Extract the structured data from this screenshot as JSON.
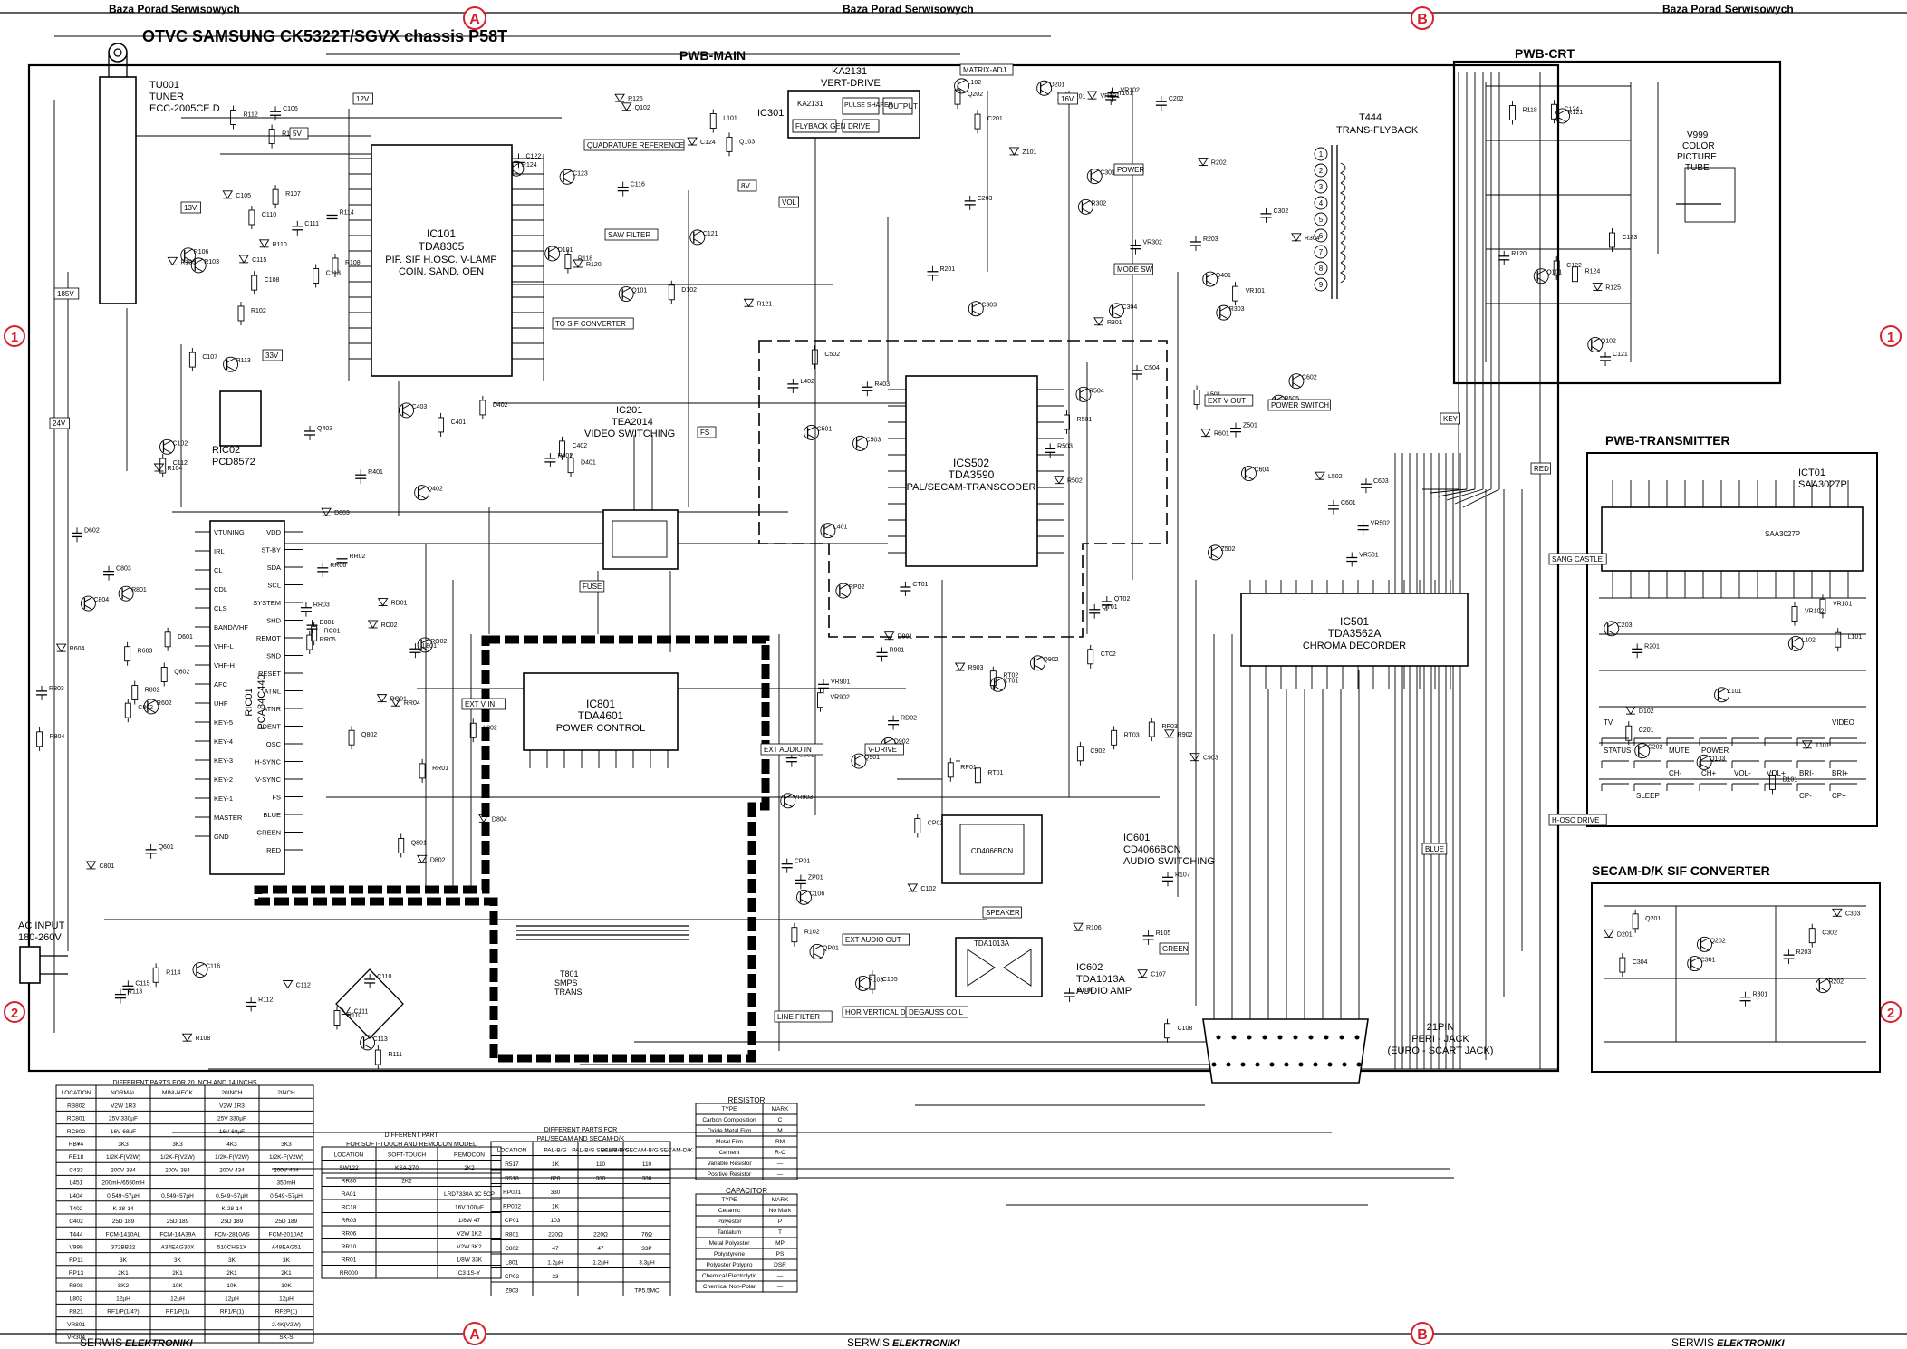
{
  "header": {
    "left": "Baza Porad Serwisowych",
    "center": "Baza Porad Serwisowych",
    "right": "Baza Porad Serwisowych",
    "marker_a": "A",
    "marker_b": "B",
    "title": "OTVC  SAMSUNG  CK5322T/SGVX chassis  P58T"
  },
  "footer": {
    "left": "SERWIS",
    "left_brand": "ELEKTRONIKI",
    "center": "SERWIS",
    "center_brand": "ELEKTRONIKI",
    "right": "SERWIS",
    "right_brand": "ELEKTRONIKI",
    "marker_a": "A",
    "marker_b": "B"
  },
  "row_markers": {
    "one": "1",
    "two": "2"
  },
  "boards": {
    "main": "PWB-MAIN",
    "crt": "PWB-CRT",
    "transmitter": "PWB-TRANSMITTER",
    "secam": "SECAM-D/K  SIF  CONVERTER"
  },
  "blocks": {
    "tuner": {
      "ref": "TU001",
      "l1": "TUNER",
      "l2": "ECC-2005CE.D"
    },
    "ic101": {
      "ref": "IC101",
      "l1": "TDA8305",
      "l2": "PIF. SIF H.OSC. V-LAMP",
      "l3": "COIN. SAND. OEN"
    },
    "ic301": {
      "ref": "IC301",
      "l1": "KA2131",
      "l2": "VERT-DRIVE"
    },
    "ic501": {
      "ref": "IC501",
      "l1": "TDA3562A",
      "l2": "CHROMA DECORDER"
    },
    "ics502": {
      "ref": "ICS502",
      "l1": "TDA3590",
      "l2": "PAL/SECAM-TRANSCODER"
    },
    "ic201": {
      "ref": "IC201",
      "l1": "TEA2014",
      "l2": "VIDEO SWITCHING"
    },
    "ic801": {
      "ref": "IC801",
      "l1": "TDA4601",
      "l2": "POWER CONTROL"
    },
    "ic601": {
      "ref": "IC601",
      "l1": "CD4066BCN",
      "l2": "AUDIO SWITCHING"
    },
    "ic602": {
      "ref": "IC602",
      "l1": "TDA1013A",
      "l2": "AUDIO  AMP"
    },
    "ric01": {
      "ref": "RIC01",
      "l1": "PCA84C440"
    },
    "ric02": {
      "ref": "RIC02",
      "l1": "PCD8572"
    },
    "ict01": {
      "ref": "ICT01",
      "l1": "SAA3027P"
    },
    "t444": {
      "ref": "T444",
      "l1": "TRANS-FLYBACK"
    },
    "v999": {
      "ref": "V999",
      "l1": "COLOR",
      "l2": "PICTURE",
      "l3": "TUBE"
    },
    "scart": {
      "l1": "21PIN",
      "l2": "PERI - JACK",
      "l3": "(EURO - SCART JACK)"
    },
    "ac": {
      "l1": "AC  INPUT",
      "l2": "180-260V"
    },
    "trans": {
      "l1": "T801",
      "l2": "SMPS",
      "l3": "TRANS"
    }
  },
  "ric01_pins_left": [
    "VTUNING",
    "IRL",
    "CL",
    "CDL",
    "CLS",
    "BAND/VHF",
    "VHF-L",
    "VHF-H",
    "AFC",
    "UHF",
    "KEY-5",
    "KEY-4",
    "KEY-3",
    "KEY-2",
    "KEY-1",
    "MASTER",
    "GND"
  ],
  "ric01_pins_right": [
    "VDD",
    "ST-BY",
    "SDA",
    "SCL",
    "SYSTEM",
    "SHD",
    "REMOT",
    "SND",
    "RESET",
    "ATNL",
    "ATNR",
    "IDENT",
    "OSC",
    "H-SYNC",
    "V-SYNC",
    "FS",
    "BLUE",
    "GREEN",
    "RED"
  ],
  "keypad_top": [
    "TV",
    "",
    "",
    "",
    "",
    "",
    "",
    "VIDEO"
  ],
  "keypad_rows": [
    [
      "STATUS",
      "",
      "MUTE",
      "POWER",
      "",
      "",
      "",
      ""
    ],
    [
      "",
      "",
      "CH-",
      "CH+",
      "VOL-",
      "VOL+",
      "BRI-",
      "BRI+"
    ],
    [
      "",
      "SLEEP",
      "",
      "",
      "",
      "",
      "CP-",
      "CP+"
    ]
  ],
  "table_sizes": {
    "title": "DIFFERENT PARTS FOR 20 INCH AND 14 INCHS",
    "columns": [
      "LOCATION",
      "NORMAL",
      "MINI-NECK",
      "20INCH",
      "2INCH"
    ],
    "rows": [
      [
        "RB802",
        "V2W  1R3",
        "",
        "V2W  1R3",
        ""
      ],
      [
        "RC801",
        "25V  330µF",
        "",
        "25V  330µF",
        ""
      ],
      [
        "RC802",
        "16V  68µF",
        "",
        "16V  68µF",
        ""
      ],
      [
        "RB¥4",
        "3K3",
        "3K3",
        "4K3",
        "3K3"
      ],
      [
        "RE18",
        "1/2K-F(V2W)",
        "1/2K-F(V2W)",
        "1/2K-F(V2W)",
        "1/2K-F(V2W)"
      ],
      [
        "C433",
        "200V  384",
        "200V  384",
        "200V  434",
        "200V  434"
      ],
      [
        "L451",
        "200mH/6560mH",
        "",
        "",
        "350mH"
      ],
      [
        "L404",
        "0.549~57µH",
        "0.549~57µH",
        "0.549~57µH",
        "0.549~57µH"
      ],
      [
        "T402",
        "K-28-14",
        "",
        "K-28-14",
        ""
      ],
      [
        "C402",
        "25D 189",
        "25D 189",
        "25D 189",
        "25D 189"
      ],
      [
        "T444",
        "FCM-1410AL",
        "FCM-14A39A",
        "FCM-2810AS",
        "FCM-2010A5"
      ],
      [
        "V999",
        "372BB22",
        "A34EAG30X",
        "510CHS1X",
        "A48EAG51"
      ],
      [
        "RP11",
        "3K",
        "3K",
        "3K",
        "3K"
      ],
      [
        "RP13",
        "2K1",
        "2K1",
        "2K1",
        "2K1"
      ],
      [
        "R808",
        "SK2",
        "10K",
        "10K",
        "10K"
      ],
      [
        "L802",
        "12µH",
        "12µH",
        "12µH",
        "12µH"
      ],
      [
        "R821",
        "RF1/P(1/4?)",
        "RF1/P(1)",
        "RF1/P(1)",
        "RF2P(1)"
      ],
      [
        "VR801",
        "",
        "",
        "",
        "2.4K(V2W)"
      ],
      [
        "VR304",
        "",
        "",
        "",
        "SK-S"
      ]
    ]
  },
  "table_models": {
    "title_l1": "DIFFERENT PART",
    "title_l2": "FOR SOFT-TOUCH AND REMOCON MODEL",
    "columns": [
      "LOCATION",
      "SOFT-TOUCH",
      "REMOCON"
    ],
    "rows": [
      [
        "SW122",
        "KSA-270",
        "2K2"
      ],
      [
        "RR80",
        "2K2",
        ""
      ],
      [
        "RA01",
        "",
        "LRD7330A  1C 5CP"
      ],
      [
        "RC18",
        "",
        "16V  100µF"
      ],
      [
        "RR03",
        "",
        "1/8W 47"
      ],
      [
        "RR06",
        "",
        "V2W  1K2"
      ],
      [
        "RR10",
        "",
        "V2W  3K2"
      ],
      [
        "RR01",
        "",
        "1/8W  33K"
      ],
      [
        "RR000",
        "",
        "C3 1S-Y"
      ]
    ]
  },
  "table_pal": {
    "title_l1": "DIFFERENT PARTS FOR",
    "title_l2": "PAL/SECAM AND SECAM-D/K",
    "columns": [
      "LOCATION",
      "PAL-B/G",
      "PAL-B/G SECAM-B/G",
      "PAL-B/G SECAM-B/G SECAM-D/K"
    ],
    "rows": [
      [
        "R517",
        "1K",
        "110",
        "110"
      ],
      [
        "R518",
        "820",
        "330",
        "330"
      ],
      [
        "RP001",
        "330",
        "",
        ""
      ],
      [
        "RP002",
        "1K",
        "",
        ""
      ],
      [
        "CP01",
        "103",
        "",
        ""
      ],
      [
        "R801",
        "220Ω",
        "220Ω",
        "76Ω"
      ],
      [
        "C802",
        "47",
        "47",
        "33P"
      ],
      [
        "L801",
        "1.2µH",
        "1.2µH",
        "3.3µH"
      ],
      [
        "CP02",
        "33",
        "",
        ""
      ],
      [
        "Z903",
        "",
        "",
        "TP5.5MC"
      ]
    ]
  },
  "table_resistor": {
    "title": "RESISTOR",
    "columns": [
      "TYPE",
      "MARK"
    ],
    "rows": [
      [
        "Carbon Composition",
        "C"
      ],
      [
        "Oxide Metal Film",
        "M"
      ],
      [
        "Metal Film",
        "RM"
      ],
      [
        "Cement",
        "R-C"
      ],
      [
        "Variable Resistor",
        "—"
      ],
      [
        "Positive Resistor",
        "—"
      ]
    ]
  },
  "table_capacitor": {
    "title": "CAPACITOR",
    "columns": [
      "TYPE",
      "MARK"
    ],
    "rows": [
      [
        "Ceramic",
        "No Mark"
      ],
      [
        "Polyester",
        "P"
      ],
      [
        "Tantalum",
        "T"
      ],
      [
        "Metal Polyester",
        "MP"
      ],
      [
        "Polystyrene",
        "PS"
      ],
      [
        "Polyester Polypro",
        "DSR"
      ],
      [
        "Chemical Electrolytic",
        "—"
      ],
      [
        "Chemical Non-Polar",
        "—"
      ]
    ]
  },
  "labels": [
    "12V",
    "5V",
    "185V",
    "24V",
    "33V",
    "13V",
    "16V",
    "8V",
    "VOL",
    "POWER",
    "MODE SW",
    "EXT V OUT",
    "EXT V IN",
    "EXT AUDIO IN",
    "EXT AUDIO OUT",
    "HOR VERTICAL DRIVE",
    "SANG CASTLE",
    "H-OSC DRIVE",
    "V-DRIVE",
    "SPEAKER",
    "DEGAUSS COIL",
    "LINE FILTER",
    "FUSE",
    "POWER SWITCH",
    "KEY",
    "BLUE",
    "GREEN",
    "RED",
    "FS",
    "MATRIX-ADJ",
    "QUADRATURE REFERENCE",
    "SAW FILTER",
    "TO SIF CONVERTER"
  ],
  "parts": [
    "R102",
    "R103",
    "C102",
    "C105",
    "C106",
    "C107",
    "C108",
    "R104",
    "R105",
    "R106",
    "R107",
    "R108",
    "C110",
    "C111",
    "C112",
    "C113",
    "R110",
    "R111",
    "R112",
    "R113",
    "R114",
    "C115",
    "C116",
    "R118",
    "R120",
    "R121",
    "C121",
    "C122",
    "C123",
    "C124",
    "R124",
    "R125",
    "Q101",
    "Q102",
    "Q103",
    "D101",
    "D102",
    "L101",
    "L102",
    "VR101",
    "VR102",
    "T101",
    "Z101",
    "C201",
    "C202",
    "C203",
    "R201",
    "R202",
    "R203",
    "Q201",
    "Q202",
    "D201",
    "C301",
    "C302",
    "C303",
    "C304",
    "R301",
    "R302",
    "R303",
    "R304",
    "VR301",
    "VR302",
    "Q401",
    "Q402",
    "Q403",
    "D401",
    "D402",
    "C401",
    "C402",
    "C403",
    "R401",
    "R402",
    "R403",
    "L401",
    "L402",
    "C501",
    "C502",
    "C503",
    "C504",
    "R501",
    "R502",
    "R503",
    "R504",
    "R505",
    "VR501",
    "VR502",
    "L501",
    "L502",
    "Z501",
    "Z502",
    "C601",
    "C602",
    "C603",
    "C604",
    "R601",
    "R602",
    "R603",
    "R604",
    "Q601",
    "Q602",
    "D601",
    "D602",
    "C801",
    "C802",
    "C803",
    "C804",
    "R801",
    "R802",
    "R803",
    "R804",
    "D801",
    "D802",
    "D803",
    "D804",
    "Q801",
    "Q802",
    "L801",
    "L802",
    "RR01",
    "RR02",
    "RR03",
    "RR04",
    "RR05",
    "RR06",
    "RC01",
    "RC02",
    "RQ01",
    "RQ02",
    "RD01",
    "RD02",
    "RT01",
    "RT02",
    "RT03",
    "QT01",
    "QT02",
    "CT01",
    "CT02",
    "XT01",
    "C901",
    "C902",
    "C903",
    "R901",
    "R902",
    "R903",
    "Q901",
    "Q902",
    "VR901",
    "VR902",
    "VR903",
    "D901",
    "D902",
    "RP01",
    "RP02",
    "RP03",
    "CP01",
    "CP02",
    "QP01",
    "ZP01"
  ]
}
